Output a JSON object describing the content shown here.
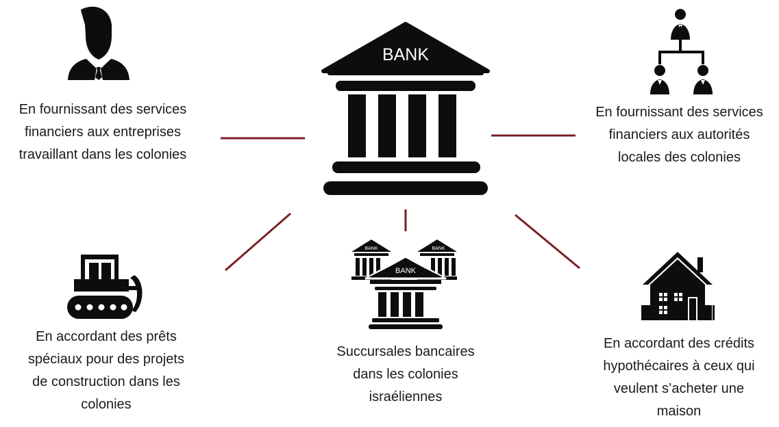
{
  "bank_label": "BANK",
  "branches": {
    "left_label": "BANK",
    "right_label": "BANK",
    "front_label": "BANK"
  },
  "nodes": {
    "top_left": [
      "En fournissant des services",
      "financiers aux entreprises",
      "travaillant dans les colonies"
    ],
    "top_right": [
      "En fournissant des services",
      "financiers aux autorités",
      "locales des colonies"
    ],
    "bottom_left": [
      "En accordant des prêts",
      "spéciaux pour des projets",
      "de construction dans les",
      "colonies"
    ],
    "bottom_center": [
      "Succursales bancaires",
      "dans les colonies",
      "israéliennes"
    ],
    "bottom_right": [
      "En accordant des crédits",
      "hypothécaires à ceux qui",
      "veulent s’acheter une",
      "maison"
    ]
  },
  "colors": {
    "connector": "#7b1f24",
    "icon": "#0d0d0d",
    "text": "#1a1a1a"
  },
  "icons": {
    "top_left": "businessman-icon",
    "top_right": "org-hierarchy-icon",
    "center": "bank-building-icon",
    "bottom_left": "bulldozer-icon",
    "bottom_center": "bank-branches-icon",
    "bottom_right": "house-icon"
  }
}
